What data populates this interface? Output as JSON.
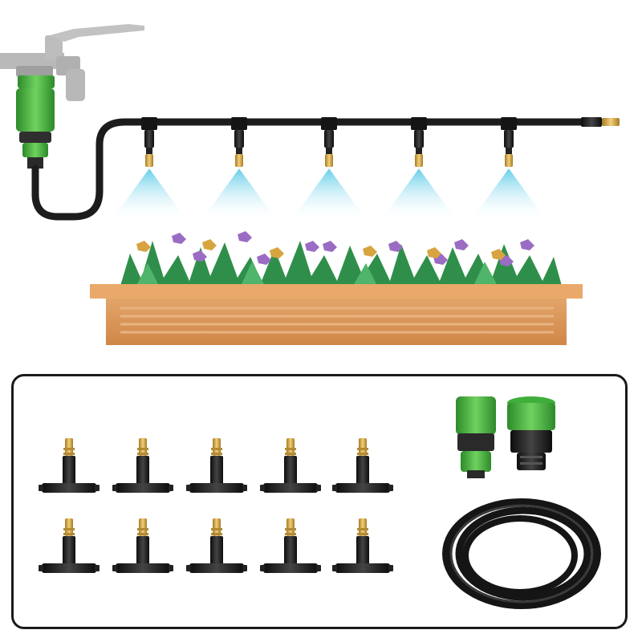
{
  "image": {
    "description_tokens": [],
    "colors": {
      "tubing": "#1c1c1c",
      "brass": "#d4a84a",
      "connector_green": "#3fae3a",
      "mist": "#7fd6ef",
      "planter": "#d9955a",
      "leaf": "#2f8f4a",
      "flower_purple": "#9b6cc4",
      "flower_yellow": "#d8a440",
      "faucet": "#b8b8b8"
    },
    "kit": {
      "nozzle_tee_count": 10,
      "connector_count": 2,
      "hose_coil_count": 1
    }
  }
}
